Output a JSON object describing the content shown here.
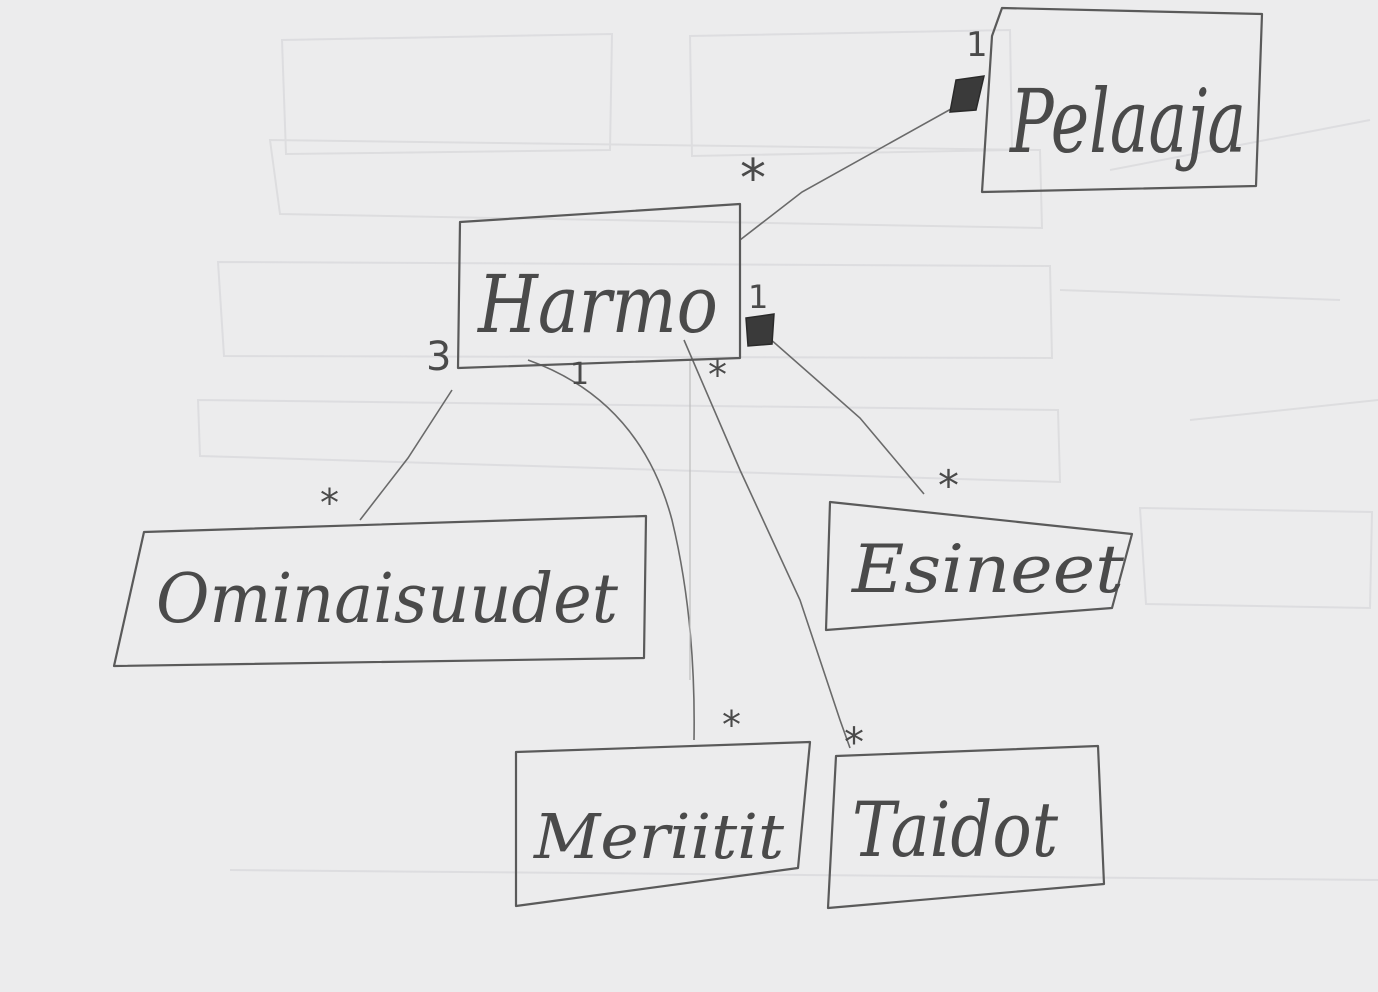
{
  "classes": {
    "harmo": "Harmo",
    "pelaaja": "Pelaaja",
    "ominaisuudet": "Ominaisuudet",
    "esineet": "Esineet",
    "meriitit": "Meriitit",
    "taidot": "Taidot"
  },
  "multiplicities": {
    "pelaaja_end": "1",
    "harmo_to_pelaaja": "*",
    "harmo_ominaisuudet_end": "3",
    "ominaisuudet_end": "*",
    "harmo_meriitit_end": "1",
    "meriitit_end": "*",
    "harmo_taidot_end": "*",
    "taidot_end": "*",
    "harmo_esineet_end": "1",
    "esineet_end": "*"
  }
}
